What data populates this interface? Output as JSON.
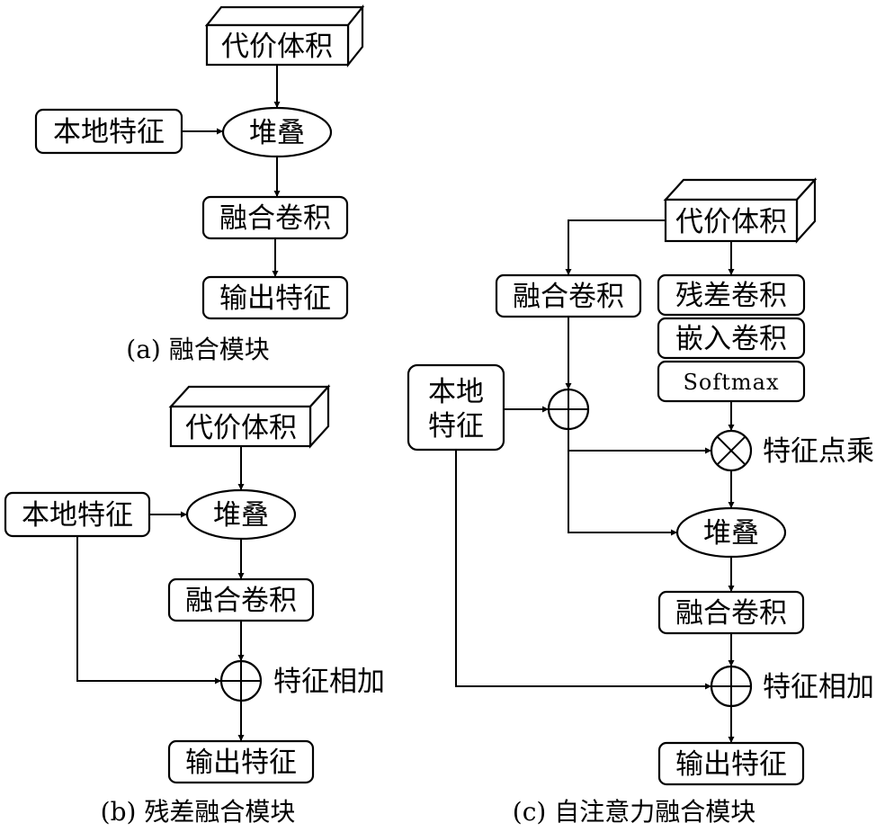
{
  "panel_a": {
    "cost_volume": "代价体积",
    "local_feature": "本地特征",
    "stack": "堆叠",
    "fusion_conv": "融合卷积",
    "output_feature": "输出特征",
    "caption": "(a) 融合模块"
  },
  "panel_b": {
    "cost_volume": "代价体积",
    "local_feature": "本地特征",
    "stack": "堆叠",
    "fusion_conv": "融合卷积",
    "feature_add": "特征相加",
    "output_feature": "输出特征",
    "caption": "(b) 残差融合模块"
  },
  "panel_c": {
    "cost_volume": "代价体积",
    "fusion_conv_left": "融合卷积",
    "residual_conv": "残差卷积",
    "embed_conv": "嵌入卷积",
    "softmax": "Softmax",
    "local_feature_line1": "本地",
    "local_feature_line2": "特征",
    "feature_dot": "特征点乘",
    "stack": "堆叠",
    "fusion_conv": "融合卷积",
    "feature_add": "特征相加",
    "output_feature": "输出特征",
    "caption": "(c) 自注意力融合模块"
  }
}
